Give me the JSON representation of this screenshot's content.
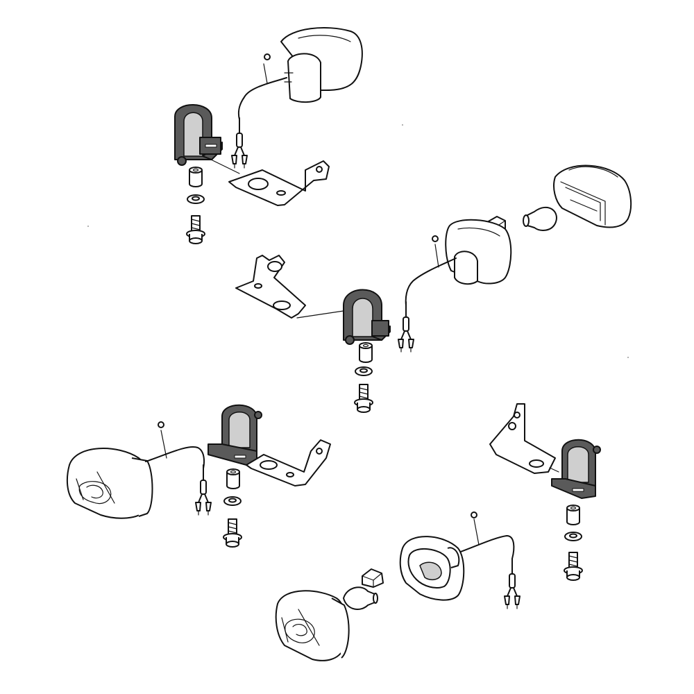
{
  "diagram": {
    "kind": "exploded-parts-view",
    "assemblies": [
      {
        "position": "top",
        "parts": [
          "lamp-housing",
          "wire-harness",
          "mount-bracket",
          "bracket-plate",
          "spacer",
          "washer",
          "bolt"
        ]
      },
      {
        "position": "middle-right",
        "parts": [
          "lens",
          "bulb",
          "clip",
          "lamp-housing",
          "wire-harness",
          "mount-bracket",
          "bracket-plate",
          "spacer",
          "washer",
          "bolt"
        ]
      },
      {
        "position": "lower-left",
        "parts": [
          "lamp-housing",
          "wire-harness",
          "mount-bracket",
          "bracket-plate",
          "spacer",
          "washer",
          "bolt"
        ]
      },
      {
        "position": "lower-right",
        "parts": [
          "lens",
          "bulb",
          "clip",
          "lamp-housing",
          "wire-harness",
          "mount-bracket",
          "bracket-plate",
          "spacer",
          "washer",
          "bolt"
        ]
      }
    ],
    "colors": {
      "line": "#111111",
      "bracket_fill": "#5a5a5a",
      "background": "#ffffff"
    }
  }
}
